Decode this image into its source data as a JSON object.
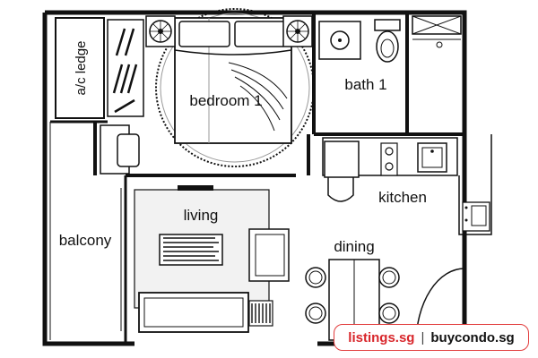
{
  "rooms": {
    "ac_ledge": "a/c ledge",
    "bedroom": "bedroom 1",
    "bath": "bath 1",
    "kitchen": "kitchen",
    "living": "living",
    "dining": "dining",
    "balcony": "balcony"
  },
  "watermark": {
    "site1": "listings.sg",
    "separator": "|",
    "site2": "buycondo.sg"
  },
  "colors": {
    "wall": "#111111",
    "floor_living": "#f2f2f2",
    "watermark_accent": "#d8262b"
  }
}
